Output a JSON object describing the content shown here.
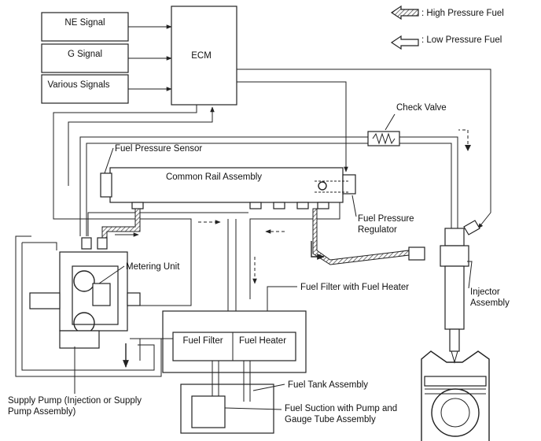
{
  "signals": {
    "ne": "NE Signal",
    "g": "G Signal",
    "various": "Various Signals"
  },
  "ecm": "ECM",
  "legend": {
    "high": ": High Pressure Fuel",
    "low": ": Low Pressure Fuel"
  },
  "labels": {
    "check_valve": "Check Valve",
    "fuel_pressure_sensor": "Fuel Pressure Sensor",
    "common_rail": "Common Rail Assembly",
    "fuel_pressure_regulator_1": "Fuel Pressure",
    "fuel_pressure_regulator_2": "Regulator",
    "metering_unit": "Metering Unit",
    "filter_with_heater": "Fuel Filter with Fuel Heater",
    "injector_1": "Injector",
    "injector_2": "Assembly",
    "fuel_filter": "Fuel Filter",
    "fuel_heater": "Fuel Heater",
    "fuel_tank": "Fuel Tank Assembly",
    "suction_1": "Fuel Suction with Pump and",
    "suction_2": "Gauge Tube Assembly",
    "supply_pump_1": "Supply Pump (Injection or Supply",
    "supply_pump_2": "Pump Assembly)"
  },
  "colors": {
    "line": "#222222",
    "background": "#ffffff",
    "hatch": "#555555"
  }
}
